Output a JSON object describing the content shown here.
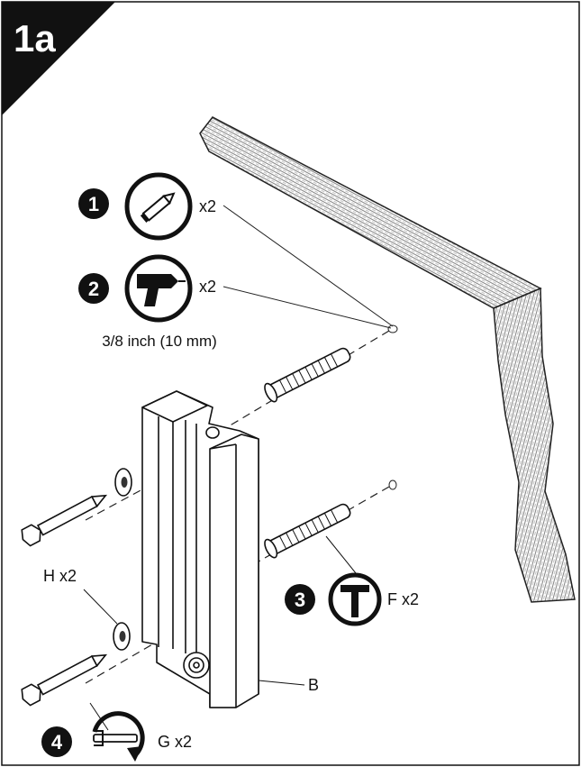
{
  "step": {
    "number": "1a"
  },
  "tools": [
    {
      "order": "1",
      "icon": "pencil-icon",
      "count": "x2",
      "note": ""
    },
    {
      "order": "2",
      "icon": "drill-icon",
      "count": "x2",
      "note": "3/8 inch (10 mm)"
    },
    {
      "order": "3",
      "icon": "hammer-icon",
      "count": "",
      "note": ""
    },
    {
      "order": "4",
      "icon": "wrench-icon",
      "count": "",
      "note": ""
    }
  ],
  "parts": {
    "washer_label": "H x2",
    "anchor_label": "F x2",
    "bolt_label": "G x2",
    "bracket_label": "B"
  },
  "colors": {
    "ink": "#111111",
    "paper": "#ffffff",
    "wall_hatch": "#555555"
  }
}
